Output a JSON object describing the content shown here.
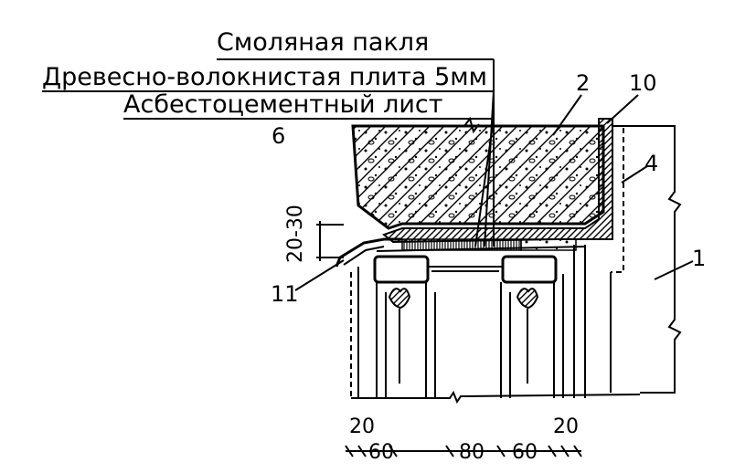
{
  "labels": {
    "tar_tow": "Смоляная пакля",
    "fiberboard": "Древесно-волокнистая плита 5мм",
    "asbestos_sheet": "Асбестоцементный лист",
    "label_6": "6",
    "label_2": "2",
    "label_10": "10",
    "label_4": "4",
    "label_1": "1",
    "label_11": "11",
    "dim_vertical": "20-30",
    "dim_20_left": "20",
    "dim_20_right": "20",
    "dim_60_left": "60",
    "dim_80": "80",
    "dim_60_right": "60"
  }
}
